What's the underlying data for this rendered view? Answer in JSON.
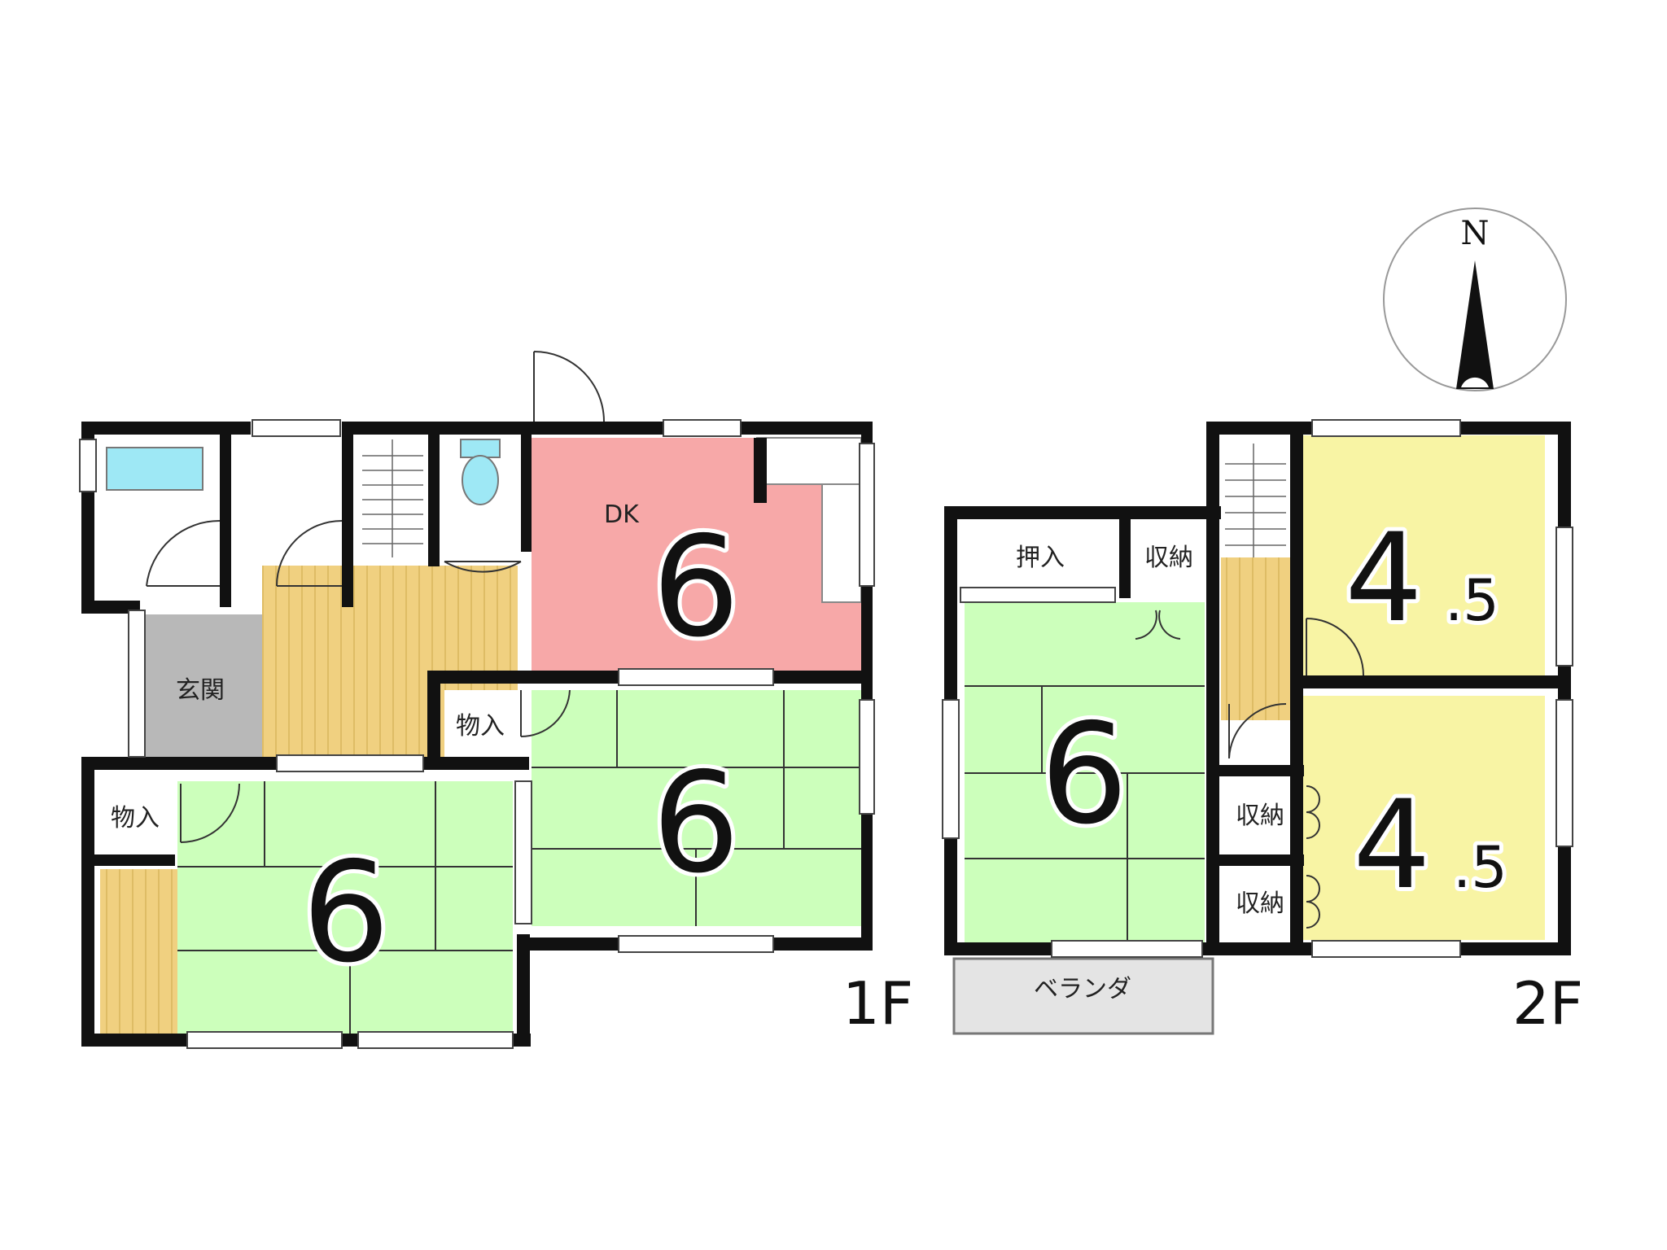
{
  "compass": {
    "north_label": "N"
  },
  "floor1": {
    "floor_label": "1F",
    "dk_label": "DK",
    "dk_size": "6",
    "entrance_label": "玄関",
    "storage_mid_label": "物入",
    "storage_left_label": "物入",
    "room_center_size": "6",
    "room_bottom_size": "6"
  },
  "floor2": {
    "floor_label": "2F",
    "oshiire_label": "押入",
    "closet_top_label": "収納",
    "room_left_size": "6",
    "room_top_right_size": "4",
    "room_top_right_decimal": ".5",
    "room_bottom_right_size": "4",
    "room_bottom_right_decimal": ".5",
    "closet_right_upper_label": "収納",
    "closet_right_lower_label": "収納",
    "veranda_label": "ベランダ"
  },
  "colors": {
    "wall": "#111111",
    "tatami": "#ccffbb",
    "dk": "#f7a8a8",
    "wood": "#f0d080",
    "western": "#f8f4a4",
    "bath": "#9ee8f5",
    "entrance": "#b8b8b8",
    "veranda": "#e4e4e4"
  }
}
